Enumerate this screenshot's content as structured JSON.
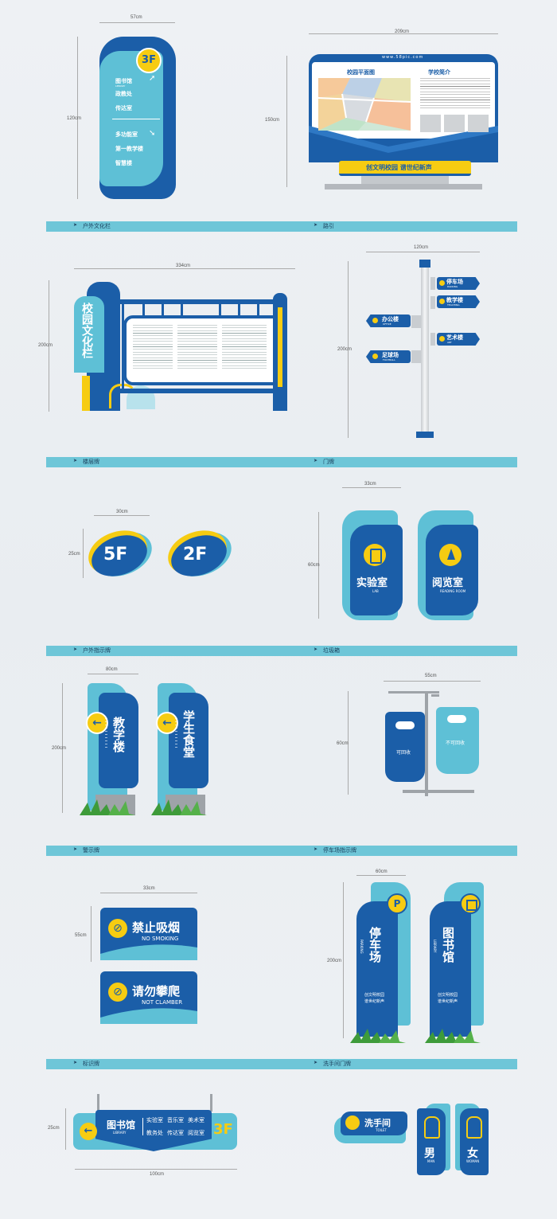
{
  "dims": {
    "floor_top_w": "57cm",
    "floor_top_h": "120cm",
    "board_w": "209cm",
    "board_h": "150cm",
    "culture_w": "334cm",
    "culture_h": "200cm",
    "road_w": "120cm",
    "road_h": "200cm",
    "floor_w": "30cm",
    "floor_h": "25cm",
    "door_w": "33cm",
    "door_h": "60cm",
    "outdoor_w": "80cm",
    "outdoor_h": "200cm",
    "trash_w": "55cm",
    "trash_h": "60cm",
    "warn_w": "33cm",
    "warn_h": "55cm",
    "parking_w": "60cm",
    "parking_h": "200cm",
    "id_w": "100cm",
    "id_h": "25cm"
  },
  "floor_sign": {
    "floor": "3F",
    "items": [
      "图书馆",
      "政教处",
      "传达室",
      "多功能室",
      "第一教学楼",
      "智慧楼"
    ],
    "sub": "LIBRARY"
  },
  "board": {
    "url": "www.58pic.com",
    "map_title": "校园平面图",
    "intro_title": "学校简介",
    "slogan": "创文明校园 谱世纪新声"
  },
  "sections": {
    "outdoor_culture": "户外文化栏",
    "road_sign": "路引",
    "floor_plate": "楼层牌",
    "door_plate": "门牌",
    "outdoor_guide": "户外指示牌",
    "trash": "垃圾箱",
    "warning": "警示牌",
    "parking_guide": "停车场指示牌",
    "id_sign": "标识牌",
    "toilet_plate": "洗手间门牌"
  },
  "culture": {
    "title": "校园文化栏"
  },
  "road": {
    "signs": [
      {
        "label": "停车场",
        "sub": "PARKING"
      },
      {
        "label": "教学楼",
        "sub": "TEACHING"
      },
      {
        "label": "办公楼",
        "sub": "OFFICE"
      },
      {
        "label": "艺术楼",
        "sub": "ART"
      },
      {
        "label": "足球场",
        "sub": "FOOTBALL"
      }
    ]
  },
  "floors": [
    "5F",
    "2F"
  ],
  "doors": [
    {
      "label": "实验室",
      "sub": "LAB"
    },
    {
      "label": "阅览室",
      "sub": "READING ROOM"
    }
  ],
  "outdoor": [
    "教学楼",
    "学生食堂"
  ],
  "trash": [
    "可回收",
    "不可回收"
  ],
  "warn": [
    {
      "cn": "禁止吸烟",
      "en": "NO SMOKING"
    },
    {
      "cn": "请勿攀爬",
      "en": "NOT CLAMBER"
    }
  ],
  "parking": [
    {
      "label": "停车场",
      "en": "PARKING",
      "icon": "P",
      "slogan1": "创文明校园",
      "slogan2": "谱世纪新声"
    },
    {
      "label": "图书馆",
      "en": "LIBRARY",
      "icon": "book",
      "slogan1": "创文明校园",
      "slogan2": "谱世纪新声"
    }
  ],
  "idsign": {
    "main": "图书馆",
    "main_sub": "LIBRARY",
    "rooms": [
      "实验室",
      "音乐室",
      "美术室",
      "教务处",
      "传达室",
      "阅览室"
    ],
    "floor": "3F"
  },
  "toilet": {
    "label": "洗手间",
    "sub": "TOILET",
    "male": "男",
    "male_sub": "MAN",
    "female": "女",
    "female_sub": "WOMAN"
  },
  "colors": {
    "blue": "#1b5ea8",
    "light_blue": "#5ec0d6",
    "yellow": "#f6cc12"
  }
}
